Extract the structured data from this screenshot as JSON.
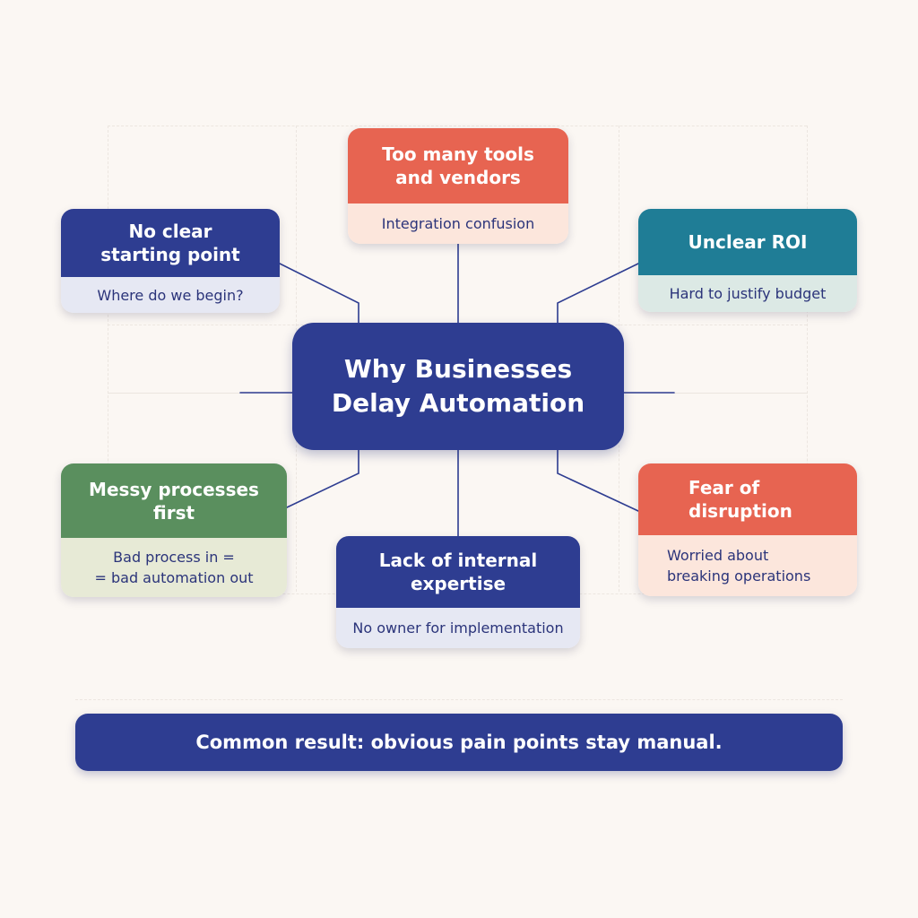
{
  "colors": {
    "navy": "#2e3d91",
    "navy_body": "#e6e8f3",
    "coral": "#e76451",
    "coral_body": "#fce6dc",
    "teal": "#1f7d96",
    "teal_body": "#dce9e5",
    "green": "#5a8f5e",
    "green_body": "#e7ead6",
    "body_text": "#2b347a"
  },
  "center": {
    "title_lines": [
      "Why Businesses",
      "Delay Automation"
    ]
  },
  "cards": [
    {
      "id": "no-clear-starting-point",
      "color": "navy",
      "title_lines": [
        "No clear",
        "starting point"
      ],
      "body_lines": [
        "Where do we begin?"
      ]
    },
    {
      "id": "too-many-tools",
      "color": "coral",
      "title_lines": [
        "Too many tools",
        "and vendors"
      ],
      "body_lines": [
        "Integration confusion"
      ]
    },
    {
      "id": "unclear-roi",
      "color": "teal",
      "title_lines": [
        "Unclear ROI"
      ],
      "body_lines": [
        "Hard to justify budget"
      ]
    },
    {
      "id": "messy-processes",
      "color": "green",
      "title_lines": [
        "Messy processes",
        "first"
      ],
      "body_lines": [
        "Bad process in =",
        "= bad automation out"
      ]
    },
    {
      "id": "lack-of-expertise",
      "color": "navy",
      "title_lines": [
        "Lack of internal",
        "expertise"
      ],
      "body_lines": [
        "No owner for implementation"
      ]
    },
    {
      "id": "fear-of-disruption",
      "color": "coral",
      "title_lines": [
        "Fear of",
        "disruption"
      ],
      "body_lines": [
        "Worried about",
        "breaking operations"
      ]
    }
  ],
  "footer": {
    "text": "Common result: obvious pain points stay manual."
  }
}
